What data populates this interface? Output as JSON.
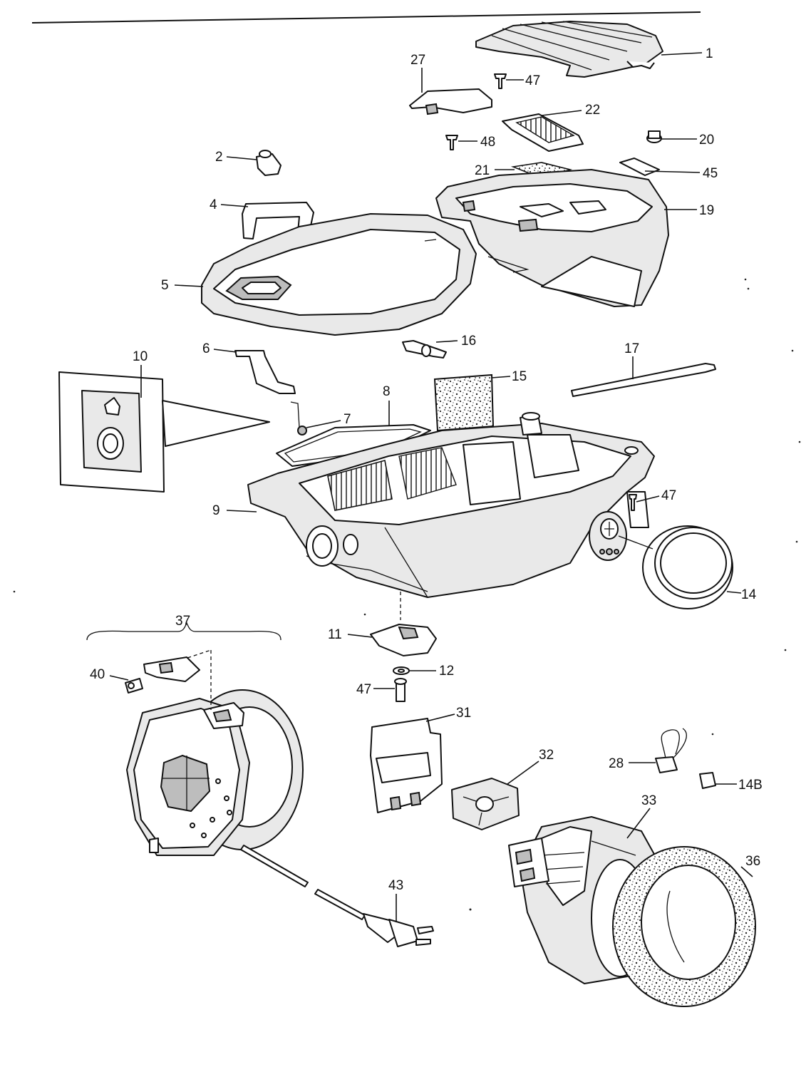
{
  "labels": {
    "p1": "1",
    "p2": "2",
    "p4": "4",
    "p5": "5",
    "p6": "6",
    "p7": "7",
    "p8": "8",
    "p9": "9",
    "p10": "10",
    "p11": "11",
    "p12": "12",
    "p14": "14",
    "p14b": "14B",
    "p15": "15",
    "p16": "16",
    "p17": "17",
    "p19": "19",
    "p20": "20",
    "p21": "21",
    "p22": "22",
    "p27": "27",
    "p28": "28",
    "p31": "31",
    "p32": "32",
    "p33": "33",
    "p36": "36",
    "p37": "37",
    "p40": "40",
    "p43": "43",
    "p45": "45",
    "p47a": "47",
    "p47b": "47",
    "p47c": "47",
    "p48": "48"
  }
}
